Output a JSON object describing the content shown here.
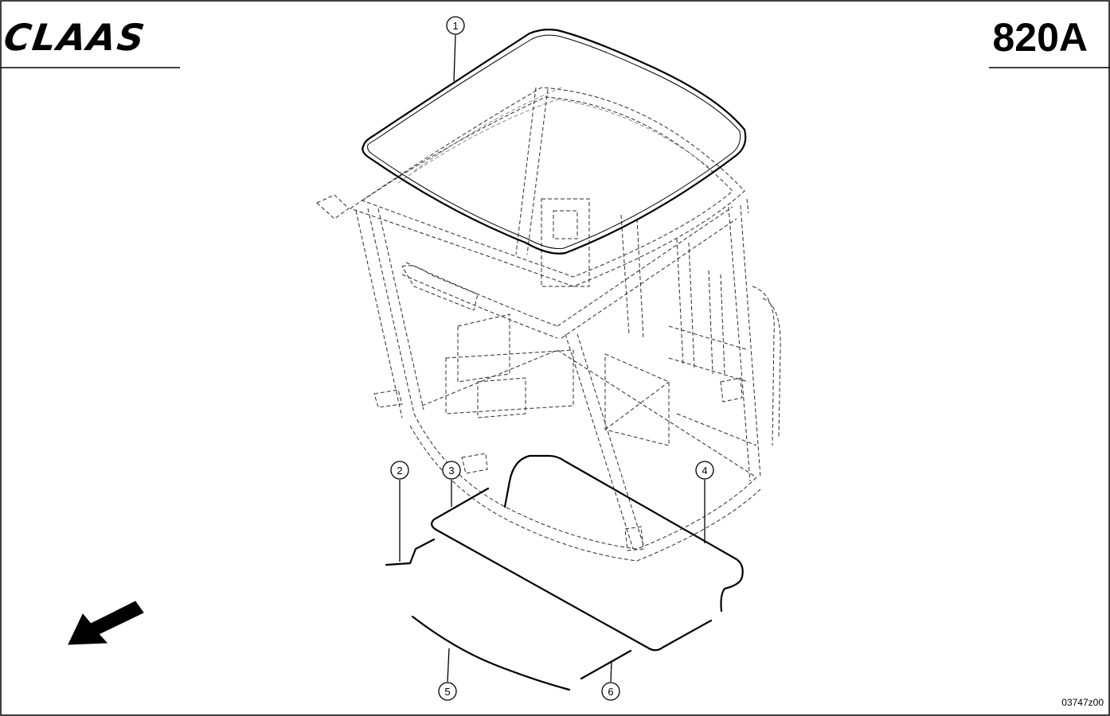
{
  "header": {
    "brand": "CLAAS",
    "page_code": "820A"
  },
  "callouts": [
    "1",
    "2",
    "3",
    "4",
    "5",
    "6"
  ],
  "footer": {
    "drawing_id": "03747z00"
  },
  "icons": {
    "direction_arrow": "direction-arrow-icon",
    "logo": "claas-logo"
  },
  "colors": {
    "line": "#000000",
    "hidden_frame": "#2b2b2b",
    "background": "#ffffff"
  }
}
